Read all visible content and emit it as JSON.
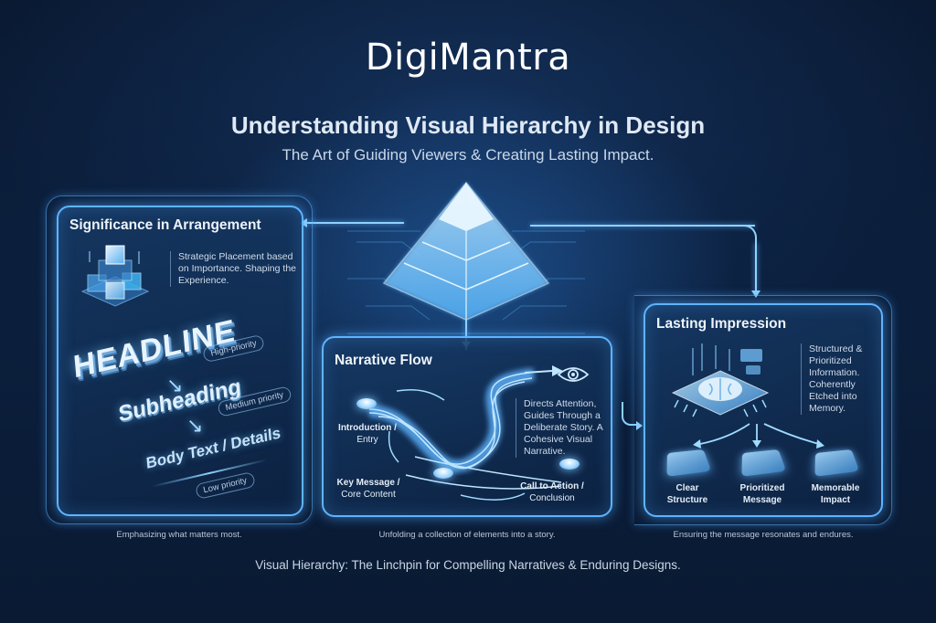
{
  "header": {
    "logo": "DigiMantra",
    "title": "Understanding Visual Hierarchy in Design",
    "subtitle": "The Art of Guiding Viewers & Creating Lasting Impact."
  },
  "panels": {
    "significance": {
      "title": "Significance in Arrangement",
      "description": "Strategic Placement based on Importance. Shaping the Experience.",
      "levels": [
        {
          "text": "HEADLINE",
          "tag": "High-priority"
        },
        {
          "text": "Subheading",
          "tag": "Medium priority"
        },
        {
          "text": "Body Text / Details",
          "tag": "Low priority"
        }
      ],
      "caption": "Emphasizing what matters most."
    },
    "narrative": {
      "title": "Narrative Flow",
      "description": "Directs Attention, Guides Through a Deliberate Story. A Cohesive Visual Narrative.",
      "nodes": [
        {
          "label_bold": "Introduction /",
          "label_rest": "Entry"
        },
        {
          "label_bold": "Key Message /",
          "label_rest": "Core Content"
        },
        {
          "label_bold": "Call to Action /",
          "label_rest": "Conclusion"
        }
      ],
      "caption": "Unfolding a collection of elements into a story."
    },
    "lasting": {
      "title": "Lasting Impression",
      "description": "Structured & Prioritized Information. Coherently Etched into Memory.",
      "outputs": [
        {
          "line1": "Clear",
          "line2": "Structure"
        },
        {
          "line1": "Prioritized",
          "line2": "Message"
        },
        {
          "line1": "Memorable",
          "line2": "Impact"
        }
      ],
      "caption": "Ensuring the message resonates and endures."
    }
  },
  "footer": {
    "tagline": "Visual Hierarchy: The Linchpin for Compelling Narratives & Enduring Designs."
  },
  "colors": {
    "background": "#0b1f3d",
    "glow": "#5fb4ff",
    "accent": "#8fd2ff",
    "text": "#e6eef8"
  }
}
